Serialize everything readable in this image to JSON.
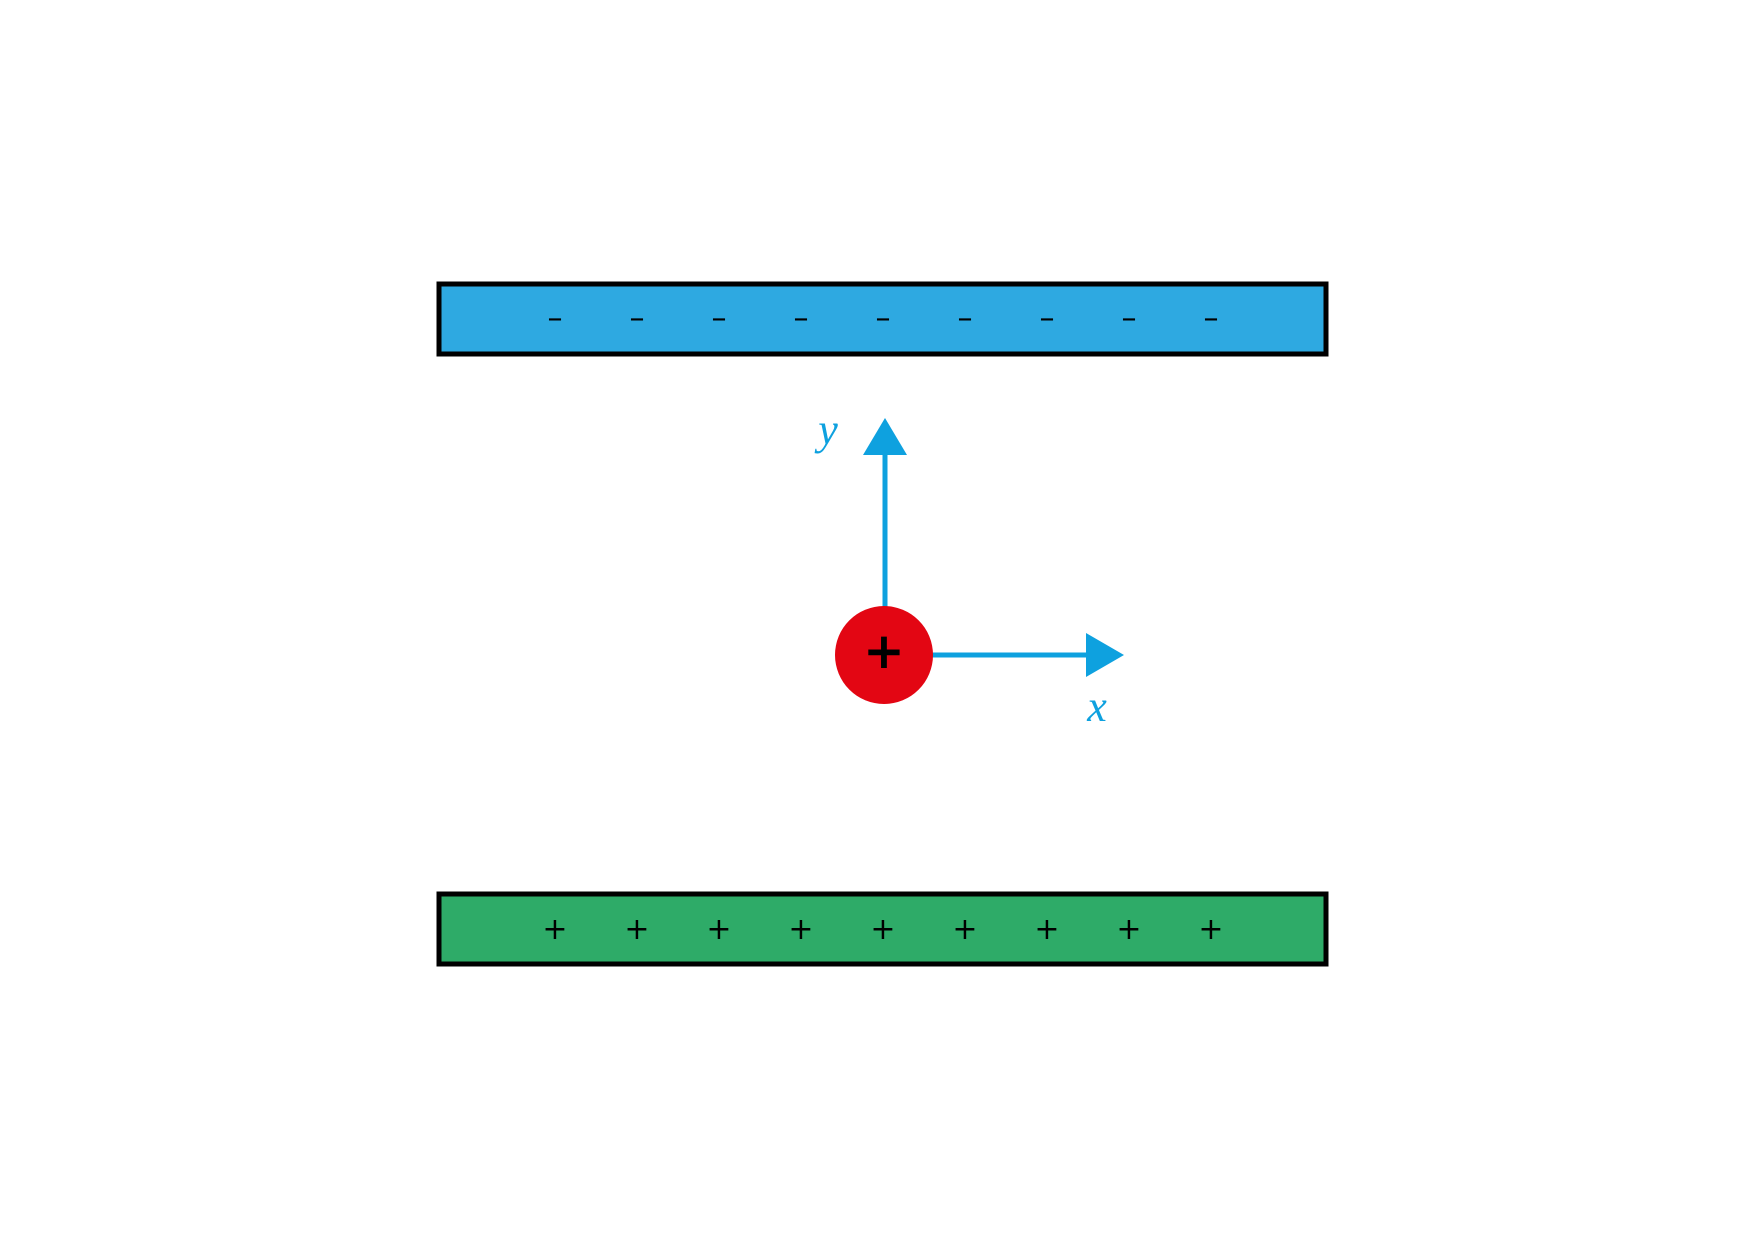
{
  "colors": {
    "background": "#ffffff",
    "negative_plate": "#2ea9e1",
    "positive_plate": "#2eab68",
    "plate_border": "#000000",
    "charge_fill": "#e30613",
    "axis": "#0ea1df",
    "sign": "#000000"
  },
  "top_plate": {
    "sign": "–",
    "sign_count": 9
  },
  "bottom_plate": {
    "sign": "+",
    "sign_count": 9
  },
  "particle": {
    "sign": "+"
  },
  "axes": {
    "x_label": "x",
    "y_label": "y"
  }
}
